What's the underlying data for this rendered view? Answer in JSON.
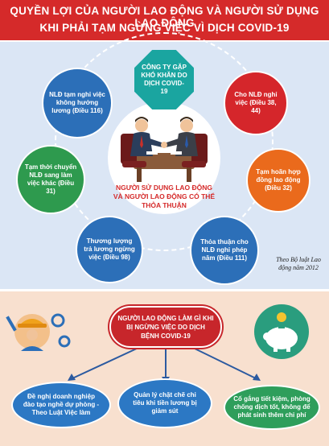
{
  "title": {
    "line1": "QUYỀN LỢI CỦA NGƯỜI LAO ĐỘNG VÀ NGƯỜI SỬ DỤNG LAO ĐỘNG",
    "line2": "KHI PHẢI TẠM NGỪNG VIỆC VÌ DỊCH COVID-19"
  },
  "company": "CÔNG TY GẶP KHÓ KHĂN DO DỊCH COVID-19",
  "center_text": "NGƯỜI SỬ DỤNG LAO ĐỘNG VÀ NGƯỜI LAO ĐỘNG CÓ THỂ THỎA THUẬN",
  "nodes": [
    {
      "text": "NLĐ tạm nghỉ việc không hưởng lương (Điều 116)",
      "color": "#2c6fb8"
    },
    {
      "text": "Cho NLĐ nghỉ việc (Điều 38, 44)",
      "color": "#d5262b"
    },
    {
      "text": "Tạm thời chuyển NLĐ sang làm việc khác (Điều 31)",
      "color": "#2e9a4e"
    },
    {
      "text": "Tạm hoãn hợp đồng lao động (Điều 32)",
      "color": "#ea6a1c"
    },
    {
      "text": "Thương lượng trả lương ngừng việc (Điều 98)",
      "color": "#2c6fb8"
    },
    {
      "text": "Thỏa thuận cho NLĐ nghỉ phép năm (Điều 111)",
      "color": "#2c6fb8"
    }
  ],
  "source": "Theo Bộ luật Lao động năm 2012",
  "question": "NGƯỜI LAO ĐỘNG LÀM GÌ KHI BỊ NGỪNG VIỆC DO DỊCH BỆNH COVID-19",
  "answers": [
    {
      "text": "Đề nghị doanh nghiệp đào tạo nghề dự phòng - Theo Luật Việc làm",
      "color": "#2c78c4"
    },
    {
      "text": "Quản lý chặt chẽ chi tiêu khi tiền lương bị giảm sút",
      "color": "#2c78c4"
    },
    {
      "text": "Cố gắng tiết kiệm, phòng chống dịch tốt, không để phát sinh thêm chi phí",
      "color": "#2e9e5b"
    }
  ],
  "icons": [
    "worker-tools-icon",
    "piggy-bank-icon",
    "handshake-illustration"
  ]
}
